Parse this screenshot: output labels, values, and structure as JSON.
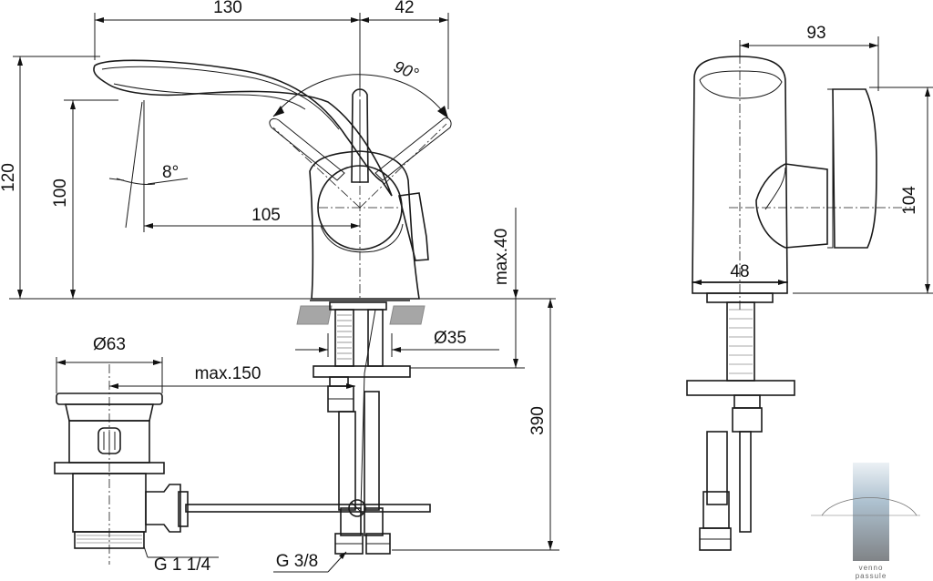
{
  "dimensions": {
    "spout_reach": "130",
    "handle_offset": "42",
    "side_width": "93",
    "total_height": "120",
    "spout_height": "100",
    "side_height": "104",
    "handle_angle": "90°",
    "spout_angle": "8°",
    "inner_reach": "105",
    "deck_thickness": "max.40",
    "hole_diameter": "Ø35",
    "waste_diameter": "Ø63",
    "rod_length": "max.150",
    "under_length": "390",
    "base_width": "48",
    "waste_thread": "G 1 1/4",
    "supply_thread": "G 3/8"
  },
  "watermark": {
    "text": "venno\npassule"
  }
}
